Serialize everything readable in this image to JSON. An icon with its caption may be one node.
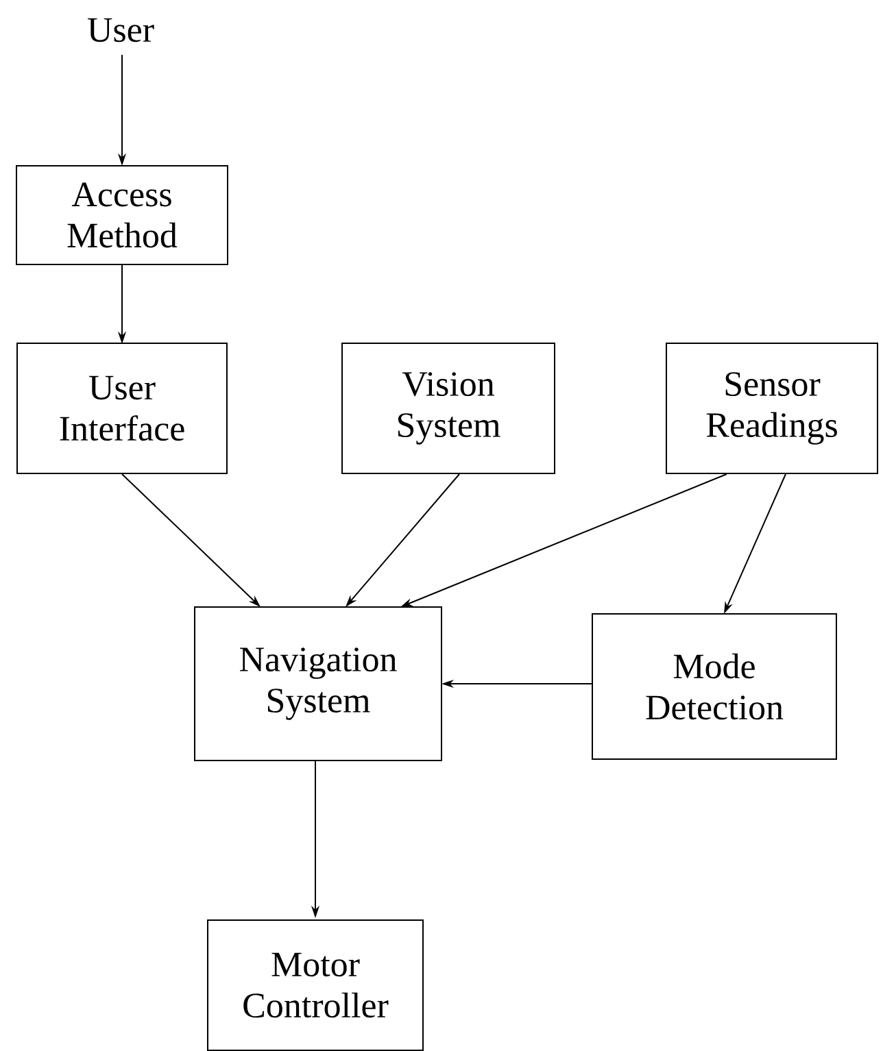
{
  "diagram": {
    "nodes": [
      {
        "text": [
          "User"
        ]
      },
      {
        "text": [
          "Access Method"
        ]
      },
      {
        "text": [
          "User Interface"
        ]
      },
      {
        "text": [
          "Vision System"
        ]
      },
      {
        "text": [
          "Sensor Readings"
        ]
      },
      {
        "text": [
          "Navigation System"
        ]
      },
      {
        "text": [
          "Mode Detection"
        ]
      },
      {
        "text": [
          "Motor Controller"
        ]
      }
    ],
    "edges": [
      {
        "from": 0,
        "to": 1,
        "arrow": "to"
      },
      {
        "from": 1,
        "to": 2,
        "arrow": "to"
      },
      {
        "from": 2,
        "to": 5,
        "arrow": "to"
      },
      {
        "from": 3,
        "to": 5,
        "arrow": "to"
      },
      {
        "from": 4,
        "to": 5,
        "arrow": "to"
      },
      {
        "from": 4,
        "to": 6,
        "arrow": "to"
      },
      {
        "from": 6,
        "to": 5,
        "arrow": "to"
      },
      {
        "from": 5,
        "to": 7,
        "arrow": "to"
      }
    ]
  }
}
